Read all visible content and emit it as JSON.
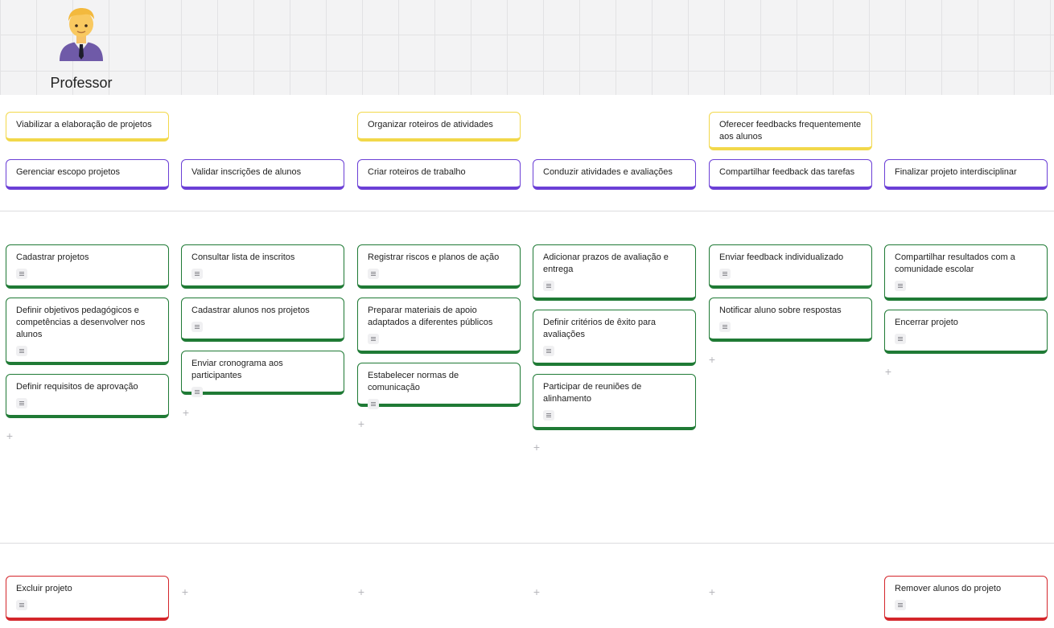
{
  "persona": {
    "name": "Professor",
    "icon": "businessman-emoji-icon"
  },
  "activities": [
    "Viabilizar a elaboração de projetos",
    "Organizar roteiros de atividades",
    "Oferecer feedbacks frequentemente aos alunos"
  ],
  "steps": [
    "Gerenciar escopo projetos",
    "Validar inscrições de alunos",
    "Criar roteiros de trabalho",
    "Conduzir atividades e avaliações",
    "Compartilhar feedback das tarefas",
    "Finalizar projeto interdisciplinar"
  ],
  "stories": {
    "col1": [
      "Cadastrar projetos",
      "Definir objetivos pedagógicos e competências a desenvolver nos alunos",
      "Definir requisitos de aprovação"
    ],
    "col2": [
      "Consultar lista de inscritos",
      "Cadastrar alunos nos projetos",
      "Enviar cronograma aos participantes"
    ],
    "col3": [
      "Registrar riscos e planos de ação",
      "Preparar materiais de apoio adaptados a diferentes públicos",
      "Estabelecer normas de comunicação"
    ],
    "col4": [
      "Adicionar prazos de avaliação e entrega",
      "Definir critérios de êxito para avaliações",
      "Participar de reuniões de alinhamento"
    ],
    "col5": [
      "Enviar feedback individualizado",
      "Notificar aluno sobre respostas"
    ],
    "col6": [
      "Compartilhar resultados com a comunidade escolar",
      "Encerrar projeto"
    ]
  },
  "release": {
    "col1": "Excluir projeto",
    "col6": "Remover alunos do projeto"
  },
  "colors": {
    "activity": "#f2d84a",
    "step": "#6b3fd6",
    "story": "#1f7a35",
    "release": "#d4262b"
  },
  "add_symbol": "+"
}
